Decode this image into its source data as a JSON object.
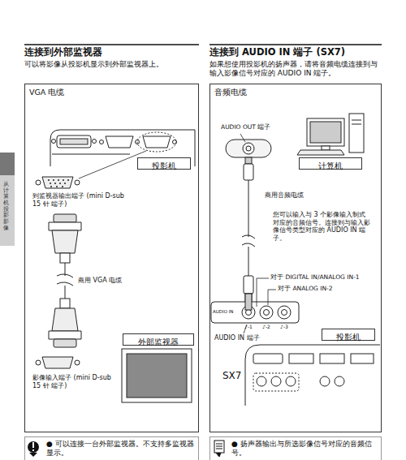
{
  "diagram": {
    "nodes": [
      {
        "text": [
          "VGA 电缆"
        ]
      },
      {
        "text": [
          "投影机"
        ],
        "in": 0
      },
      {
        "text": [
          "外部监视器"
        ],
        "in": 0
      },
      {
        "text": [
          "音频电缆"
        ]
      },
      {
        "text": [
          "计算机"
        ],
        "in": 3
      },
      {
        "text": [
          "投影机"
        ],
        "in": 3
      },
      {
        "text": [
          "● 可以连接一台外部监视器。不支持多监视器显示。"
        ]
      },
      {
        "text": [
          "● 扬声器输出与所选影像信号对应的音频信号。"
        ]
      }
    ],
    "labels": [
      "连接到外部监视器",
      "可以将影像从投影机显示到外部监视器上。",
      "从计算机投影影像",
      "到监视器输出端子 (mini D-sub 15 针 端子)",
      "商用 VGA 电缆",
      "影像输入端子 (mini D-sub 15 针 端子)",
      "连接到 AUDIO IN 端子 (SX7)",
      "如果想使用投影机的扬声器，请将音频电缆连接到与输入影像信号对应的 AUDIO IN 端子。",
      "AUDIO OUT 端子",
      "商用音频电缆",
      "您可以输入与 3 个影像输入制式对应的音频信号。连接到与输入影像信号类型对应的 AUDIO IN 端子。",
      "对于 DIGITAL IN/ANALOG IN-1",
      "对于 ANALOG IN-2",
      "AUDIO IN",
      "♪-1",
      "♪-2",
      "♪-3",
      "AUDIO IN 端子",
      "SX7"
    ]
  }
}
